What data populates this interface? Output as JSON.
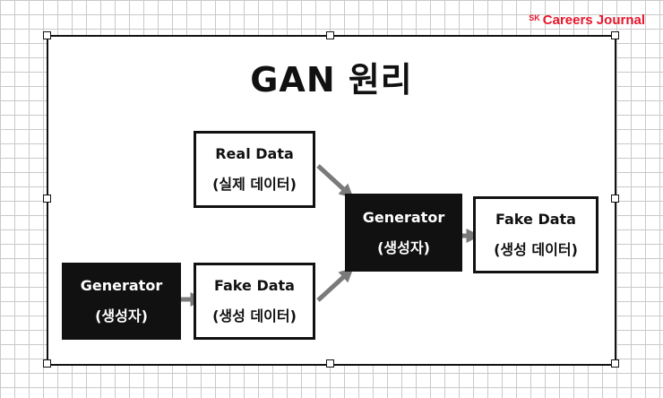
{
  "brand": {
    "sk": "SK",
    "name": "Careers Journal"
  },
  "title": "GAN 원리",
  "boxes": {
    "real_data": {
      "line1": "Real Data",
      "line2": "(실제 데이터)"
    },
    "generator_left": {
      "line1": "Generator",
      "line2": "(생성자)"
    },
    "fake_data_left": {
      "line1": "Fake Data",
      "line2": "(생성 데이터)"
    },
    "generator_center": {
      "line1": "Generator",
      "line2": "(생성자)"
    },
    "fake_data_right": {
      "line1": "Fake Data",
      "line2": "(생성 데이터)"
    }
  },
  "colors": {
    "brand": "#e8162b",
    "dark_box": "#111111",
    "arrow": "#7a7a7a"
  }
}
